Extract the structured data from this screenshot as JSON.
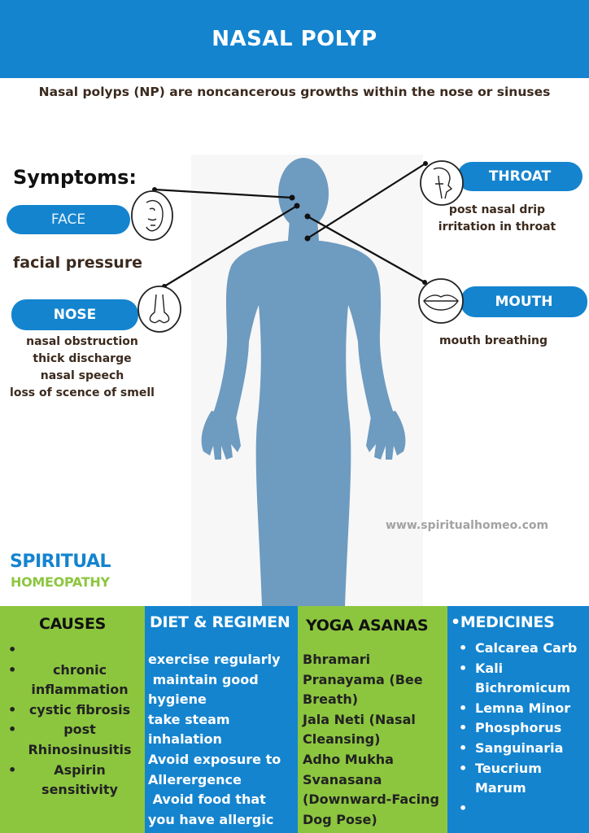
{
  "title": "NASAL POLYP",
  "subtitle": "Nasal polyps (NP) are noncancerous growths within the nose or sinuses",
  "symptoms_heading": "Symptoms:",
  "face": {
    "label": "FACE",
    "symptoms": [
      "facial pressure"
    ]
  },
  "nose": {
    "label": "NOSE",
    "symptoms": [
      "nasal obstruction",
      "thick discharge",
      "nasal speech",
      "loss  of scence of smell"
    ]
  },
  "throat": {
    "label": "THROAT",
    "symptoms": [
      "post nasal drip",
      "irritation in throat"
    ]
  },
  "mouth": {
    "label": "MOUTH",
    "symptoms": [
      "mouth breathing"
    ]
  },
  "website": "www.spiritualhomeo.com",
  "brand": {
    "line1": "SPIRITUAL",
    "line2": "HOMEOPATHY"
  },
  "columns": {
    "causes": {
      "heading": "CAUSES",
      "items": [
        "",
        "chronic inflammation",
        "cystic fibrosis",
        "post Rhinosinusitis",
        "Aspirin sensitivity"
      ]
    },
    "diet": {
      "heading": "DIET & REGIMEN",
      "items": [
        "exercise regularly",
        " maintain good hygiene",
        "take steam inhalation",
        "Avoid exposure to Allerergence",
        " Avoid food that you have allergic"
      ]
    },
    "yoga": {
      "heading": "YOGA ASANAS",
      "items": [
        "Bhramari Pranayama (Bee Breath)",
        "Jala Neti (Nasal Cleansing)",
        "Adho Mukha Svanasana (Downward-Facing Dog Pose)"
      ]
    },
    "medicines": {
      "heading": "MEDICINES",
      "items": [
        "Calcarea Carb",
        "Kali Bichromicum",
        "Lemna Minor",
        "Phosphorus",
        "Sanguinaria",
        "Teucrium Marum",
        ""
      ]
    }
  },
  "colors": {
    "blue": "#1484cf",
    "green": "#8cc63f",
    "body": "#6e9bc0",
    "text": "#3b2a1e"
  },
  "icons": [
    "face-icon",
    "nose-icon",
    "throat-icon",
    "lips-icon"
  ]
}
